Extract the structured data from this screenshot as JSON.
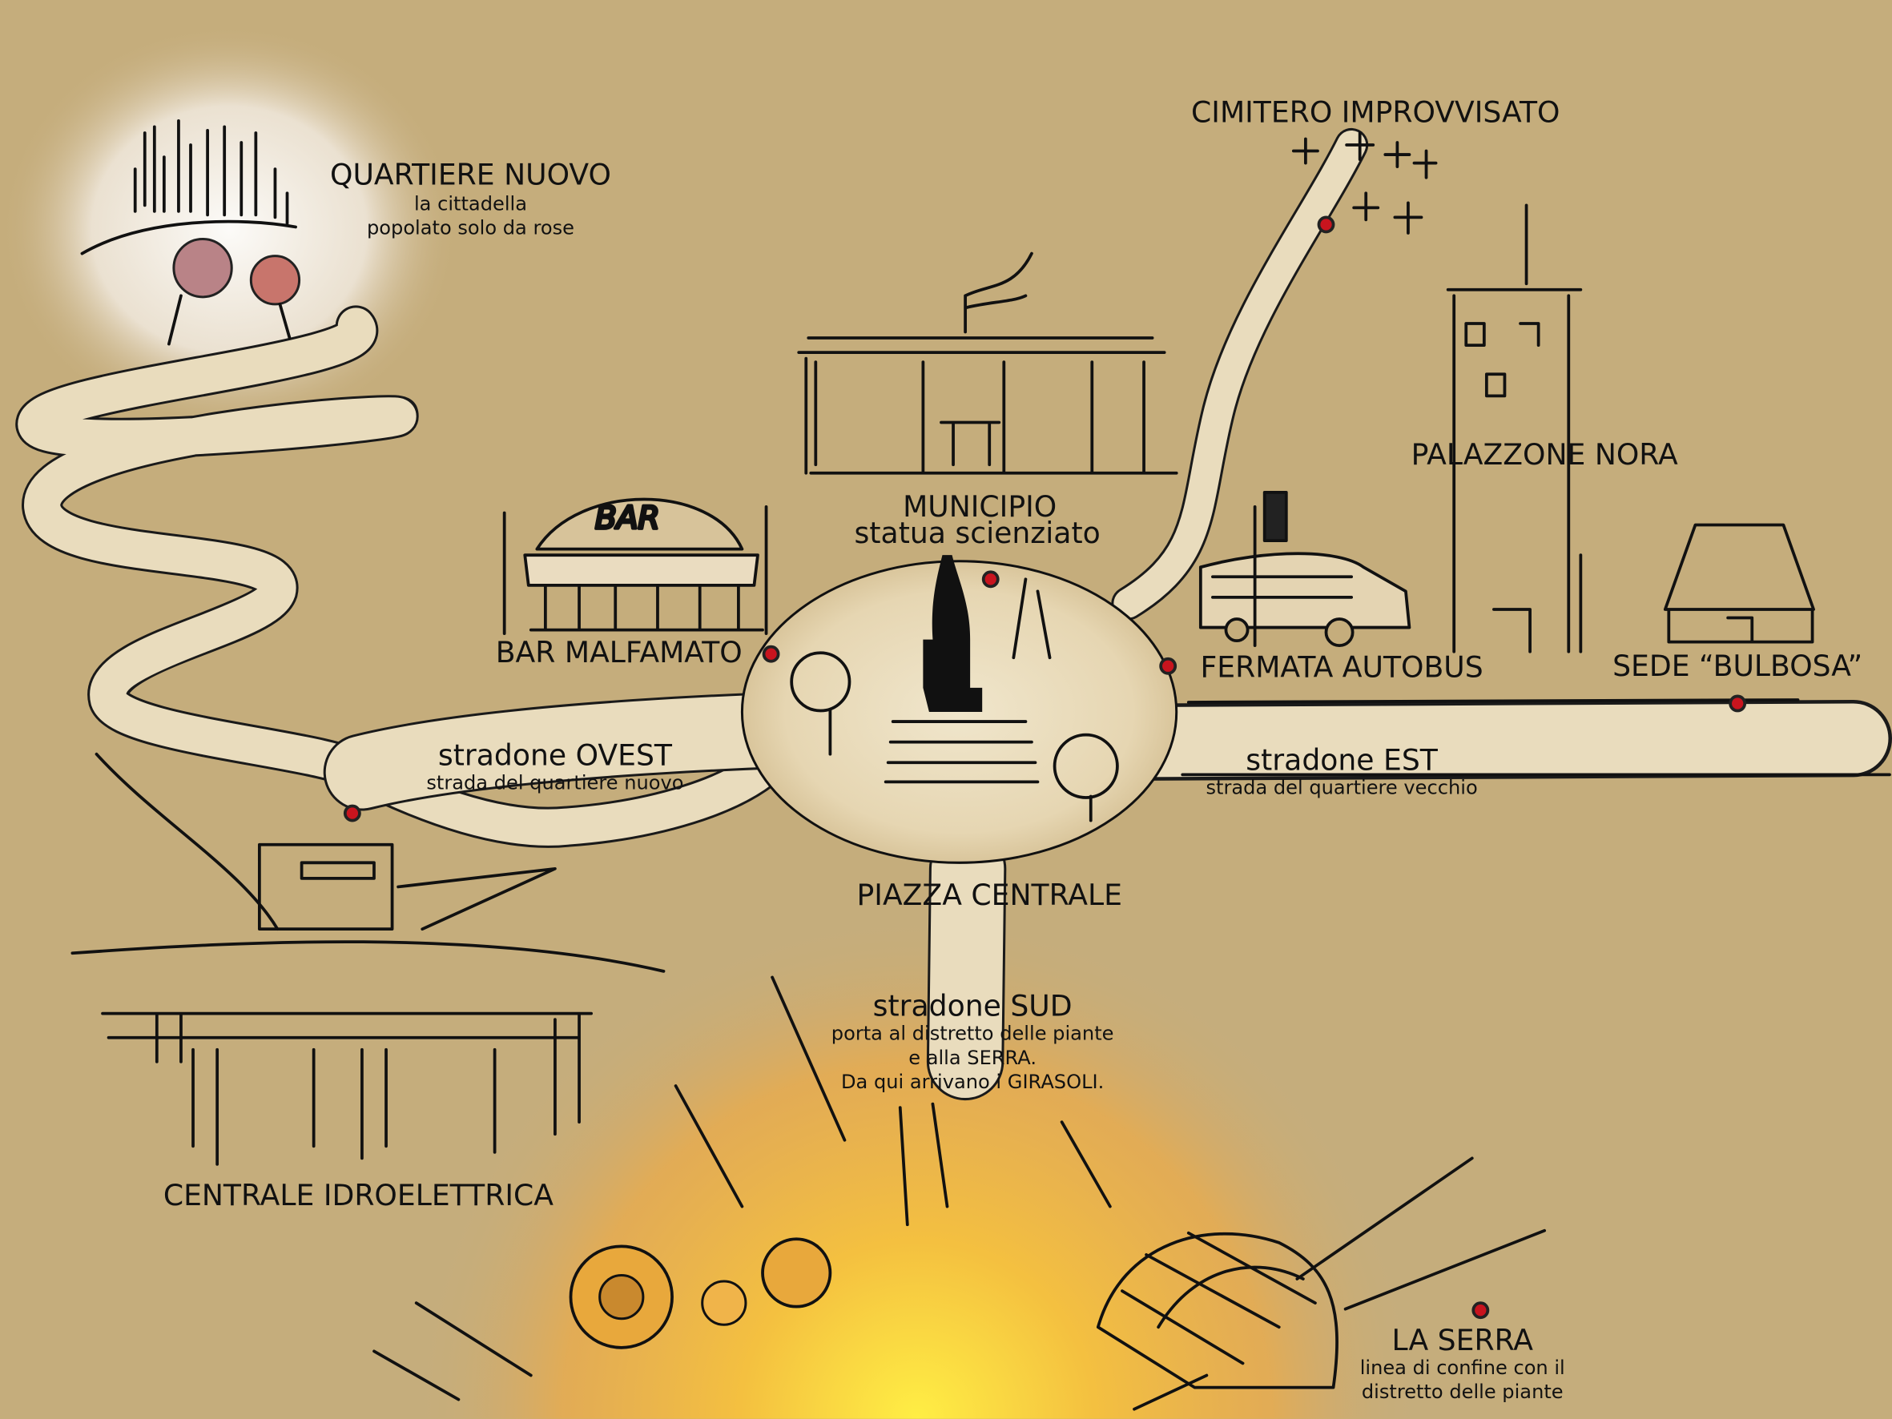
{
  "colors": {
    "background": "#c5ad7c",
    "road": "#e9dcbd",
    "marker": "#c8141e",
    "ink": "#111111"
  },
  "places": {
    "quartiere_nuovo": {
      "title": "QUARTIERE NUOVO",
      "lines": [
        "la cittadella",
        "popolato solo da rose"
      ]
    },
    "cimitero": {
      "title": "CIMITERO IMPROVVISATO"
    },
    "municipio": {
      "title": "MUNICIPIO",
      "subtitle": "statua scienziato"
    },
    "palazzone": {
      "title": "PALAZZONE NORA"
    },
    "bar": {
      "title": "BAR MALFAMATO",
      "sign": "BAR"
    },
    "fermata": {
      "title": "FERMATA AUTOBUS"
    },
    "sede": {
      "title": "SEDE “BULBOSA”"
    },
    "ovest": {
      "title": "stradone OVEST",
      "subtitle": "strada del quartiere nuovo"
    },
    "est": {
      "title": "stradone EST",
      "subtitle": "strada del quartiere vecchio"
    },
    "piazza": {
      "title": "PIAZZA CENTRALE"
    },
    "sud": {
      "title": "stradone SUD",
      "lines": [
        "porta al distretto delle piante",
        "e alla SERRA.",
        "Da qui arrivano i GIRASOLI."
      ]
    },
    "centrale": {
      "title": "CENTRALE IDROELETTRICA"
    },
    "serra": {
      "title": "LA SERRA",
      "lines": [
        "linea di confine con il",
        "distretto delle piante"
      ]
    }
  }
}
